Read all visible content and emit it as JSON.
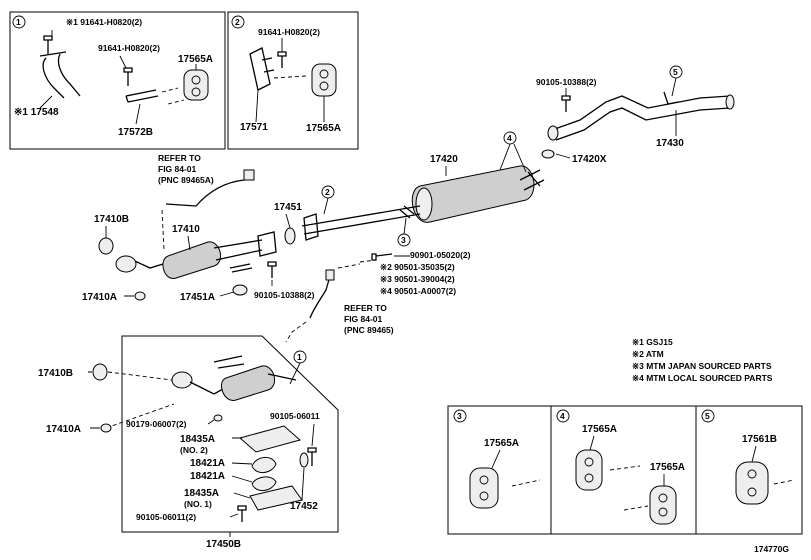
{
  "callouts": {
    "c_17548": "※1 17548",
    "c_91641_a": "※1 91641-H0820(2)",
    "c_91641_b": "91641-H0820(2)",
    "c_17565A_1": "17565A",
    "c_17572B": "17572B",
    "c_91641_c": "91641-H0820(2)",
    "c_17571": "17571",
    "c_17565A_2": "17565A",
    "c_90105_10388_top": "90105-10388(2)",
    "c_17430": "17430",
    "c_17420X": "17420X",
    "c_17420": "17420",
    "c_refer1_a": "REFER TO",
    "c_refer1_b": "FIG 84-01",
    "c_refer1_c": "(PNC 89465A)",
    "c_17410B_top": "17410B",
    "c_17410": "17410",
    "c_17451": "17451",
    "c_17410A_top": "17410A",
    "c_17451A": "17451A",
    "c_90105_10388_mid": "90105-10388(2)",
    "c_90901": "90901-05020(2)",
    "c_90501_35035": "※2 90501-35035(2)",
    "c_90501_39004": "※3 90501-39004(2)",
    "c_90501_A0007": "※4 90501-A0007(2)",
    "c_refer2_a": "REFER TO",
    "c_refer2_b": "FIG 84-01",
    "c_refer2_c": "(PNC 89465)",
    "c_17410B_low": "17410B",
    "c_17410A_low": "17410A",
    "c_90179": "90179-06007(2)",
    "c_90105_06011_a": "90105-06011",
    "c_18435A_2": "18435A",
    "c_no2": "(NO. 2)",
    "c_18421A_1": "18421A",
    "c_18421A_2": "18421A",
    "c_18435A_1": "18435A",
    "c_no1": "(NO. 1)",
    "c_90105_06011_b": "90105-06011(2)",
    "c_17452": "17452",
    "c_17450B": "17450B",
    "c_17565A_3": "17565A",
    "c_17565A_4": "17565A",
    "c_17565A_5": "17565A",
    "c_17561B": "17561B",
    "c_fig": "174770G"
  },
  "circle_numbers": {
    "n1": "1",
    "n2": "2",
    "n3": "3",
    "n4": "4",
    "n5": "5"
  },
  "legend": {
    "l1": "※1  GSJ15",
    "l2": "※2  ATM",
    "l3": "※3  MTM  JAPAN SOURCED PARTS",
    "l4": "※4  MTM  LOCAL SOURCED PARTS"
  }
}
